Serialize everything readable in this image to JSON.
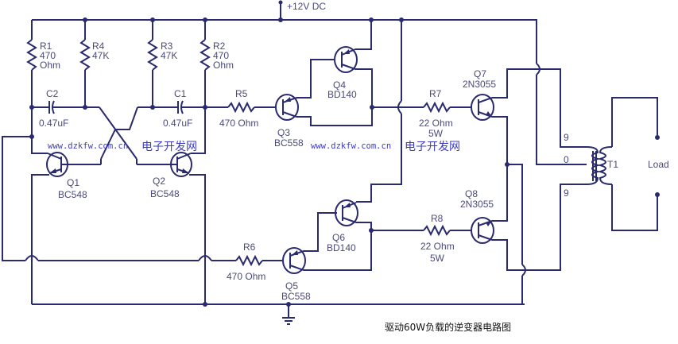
{
  "title": "驱动60W负载的逆变器电路图",
  "supply": {
    "label": "+12V DC"
  },
  "watermark": {
    "url": "www.dzkfw.com.cn",
    "site_name": "电子开发网"
  },
  "resistors": {
    "R1": {
      "name": "R1",
      "value": "470",
      "unit": "Ohm"
    },
    "R2": {
      "name": "R2",
      "value": "470",
      "unit": "Ohm"
    },
    "R3": {
      "name": "R3",
      "value": "47K"
    },
    "R4": {
      "name": "R4",
      "value": "47K"
    },
    "R5": {
      "name": "R5",
      "value": "470 Ohm"
    },
    "R6": {
      "name": "R6",
      "value": "470 Ohm"
    },
    "R7": {
      "name": "R7",
      "value": "22 Ohm",
      "power": "5W"
    },
    "R8": {
      "name": "R8",
      "value": "22 Ohm",
      "power": "5W"
    }
  },
  "capacitors": {
    "C1": {
      "name": "C1",
      "value": "0.47uF"
    },
    "C2": {
      "name": "C2",
      "value": "0.47uF"
    }
  },
  "transistors": {
    "Q1": {
      "name": "Q1",
      "part": "BC548"
    },
    "Q2": {
      "name": "Q2",
      "part": "BC548"
    },
    "Q3": {
      "name": "Q3",
      "part": "BC558"
    },
    "Q4": {
      "name": "Q4",
      "part": "BD140"
    },
    "Q5": {
      "name": "Q5",
      "part": "BC558"
    },
    "Q6": {
      "name": "Q6",
      "part": "BD140"
    },
    "Q7": {
      "name": "Q7",
      "part": "2N3055"
    },
    "Q8": {
      "name": "Q8",
      "part": "2N3055"
    }
  },
  "transformer": {
    "name": "T1",
    "tap_top": "9",
    "tap_center": "0",
    "tap_bottom": "9"
  },
  "load": {
    "label": "Load"
  }
}
